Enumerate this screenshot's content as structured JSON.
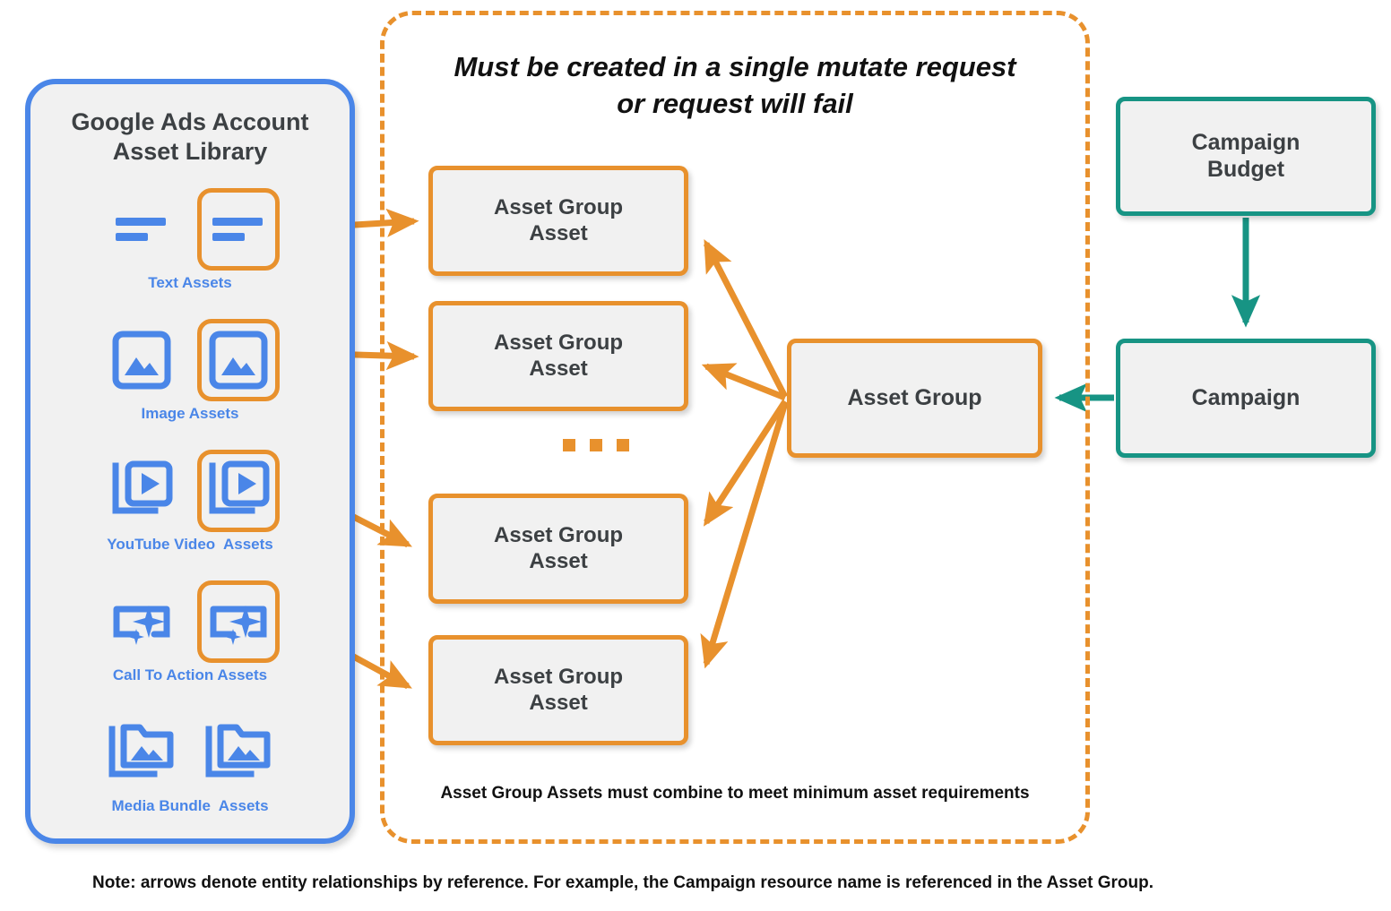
{
  "library": {
    "title": "Google Ads Account\nAsset Library",
    "rows": [
      {
        "caption": "Text Assets",
        "icon": "text-lines-icon",
        "highlighted_index": 1
      },
      {
        "caption": "Image Assets",
        "icon": "image-icon",
        "highlighted_index": 1
      },
      {
        "caption": "YouTube Video  Assets",
        "icon": "video-stack-icon",
        "highlighted_index": 1
      },
      {
        "caption": "Call To Action Assets",
        "icon": "call-to-action-sparkle-icon",
        "highlighted_index": 1
      },
      {
        "caption": "Media Bundle  Assets",
        "icon": "media-bundle-folder-icon",
        "highlighted_index": -1
      }
    ]
  },
  "mutate": {
    "title": "Must be created in a single mutate request\nor request will fail",
    "footnote": "Asset Group Assets must combine to meet minimum asset requirements",
    "ellipsis": "...",
    "asset_group_assets": [
      {
        "label": "Asset Group\nAsset"
      },
      {
        "label": "Asset Group\nAsset"
      },
      {
        "label": "Asset Group\nAsset"
      },
      {
        "label": "Asset Group\nAsset"
      }
    ]
  },
  "asset_group": {
    "label": "Asset Group"
  },
  "campaign_side": {
    "budget_label": "Campaign\nBudget",
    "campaign_label": "Campaign"
  },
  "note": "Note: arrows denote entity relationships by reference. For example, the Campaign resource name is referenced in the Asset Group.",
  "colors": {
    "orange": "#e8912d",
    "blue": "#4a86e8",
    "teal": "#179484",
    "node_fill": "#f1f1f1",
    "text_dark": "#3c4043",
    "text_black": "#111111"
  }
}
